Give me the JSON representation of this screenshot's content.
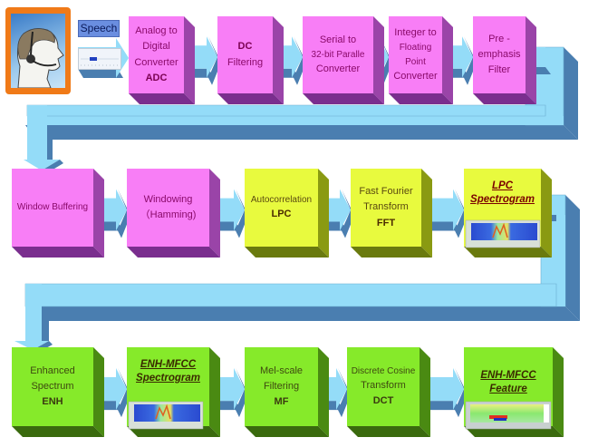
{
  "diagram": {
    "title": "ENH-MFCC feature extraction pipeline",
    "input": {
      "speech_label": "Speech",
      "icon": "person-headset-icon"
    },
    "colors": {
      "stage_pink": "#f87ef6",
      "stage_yellow": "#e8fa3e",
      "stage_green": "#86ea2a",
      "arrow_light": "#94dcf8",
      "arrow_dark": "#4a7eb0",
      "frame_orange": "#f07a18"
    },
    "rows": [
      {
        "stages": [
          {
            "lines": [
              "Analog to",
              "Digital",
              "Converter"
            ],
            "abbr": "ADC"
          },
          {
            "lines": [
              "Filtering"
            ],
            "abbr_first": "DC"
          },
          {
            "lines": [
              "Serial to",
              "32-bit Paralle",
              "Converter"
            ]
          },
          {
            "lines": [
              "Integer to",
              "Floating Point",
              "Converter"
            ]
          },
          {
            "lines": [
              "Pre -",
              "emphasis",
              "Filter"
            ]
          }
        ]
      },
      {
        "stages": [
          {
            "lines": [
              "Window Buffering"
            ]
          },
          {
            "lines": [
              "Windowing",
              "（Hamming)"
            ]
          },
          {
            "lines": [
              "Autocorrelation"
            ],
            "abbr": "LPC"
          },
          {
            "lines": [
              "Fast Fourier",
              "Transform"
            ],
            "abbr": "FFT"
          },
          {
            "title_lines": [
              "LPC",
              "Spectrogram"
            ],
            "thumbnail": "lpc-spectrogram-thumbnail"
          }
        ]
      },
      {
        "stages": [
          {
            "lines": [
              "Enhanced",
              "Spectrum"
            ],
            "abbr": "ENH"
          },
          {
            "title_lines": [
              "ENH-MFCC",
              "Spectrogram"
            ],
            "thumbnail": "enh-mfcc-spectrogram-thumbnail"
          },
          {
            "lines": [
              "Mel-scale",
              "Filtering"
            ],
            "abbr": "MF"
          },
          {
            "lines": [
              "Discrete Cosine",
              "Transform"
            ],
            "abbr": "DCT"
          },
          {
            "title_lines": [
              "ENH-MFCC Feature"
            ],
            "thumbnail": "enh-mfcc-feature-thumbnail"
          }
        ]
      }
    ]
  }
}
